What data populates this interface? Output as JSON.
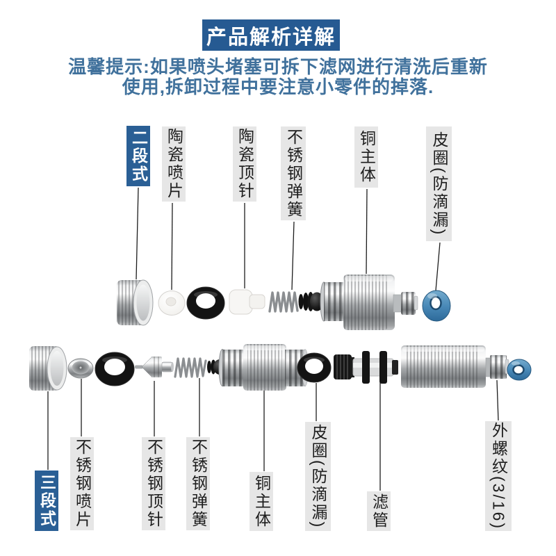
{
  "banner": {
    "title": "产品解析详解"
  },
  "tip": {
    "line1": "温馨提示:如果喷头堵塞可拆下滤网进行清洗后重新",
    "line2": "使用,拆卸过程中要注意小零件的掉落."
  },
  "two_stage": {
    "type": "二段式",
    "labels": [
      "陶瓷喷片",
      "陶瓷顶针",
      "不锈钢弹簧",
      "铜主体",
      "皮圈(防滴漏)"
    ]
  },
  "three_stage": {
    "type": "三段式",
    "labels": [
      "不锈钢喷片",
      "不锈钢顶针",
      "不锈钢弹簧",
      "铜主体",
      "皮圈(防滴漏)",
      "滤管",
      "外螺纹(3/16)"
    ]
  },
  "colors": {
    "banner_bg": "#265a92",
    "tip_text": "#40719c",
    "label_bg": "#e6e6e6",
    "type_label_bg": "#2a5f95",
    "blue_ring": "#4a8ab8"
  }
}
